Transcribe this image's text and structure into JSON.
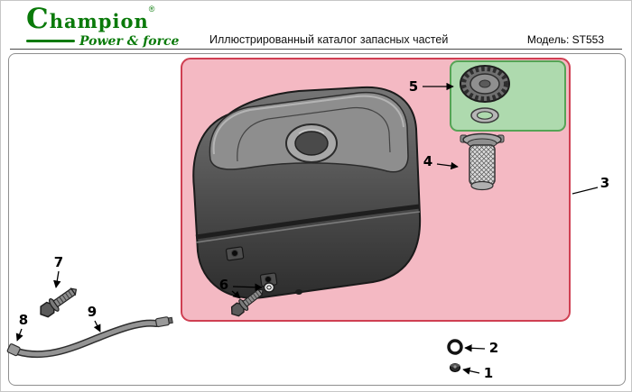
{
  "header": {
    "brand": "Champion",
    "registered_mark": "®",
    "tagline": "Power & force",
    "title": "Иллюстрированный каталог запасных частей",
    "model": "Модель: ST553"
  },
  "diagram": {
    "callouts": [
      {
        "label": "1"
      },
      {
        "label": "2"
      },
      {
        "label": "3"
      },
      {
        "label": "4"
      },
      {
        "label": "5"
      },
      {
        "label": "6"
      },
      {
        "label": "7"
      },
      {
        "label": "8"
      },
      {
        "label": "9"
      }
    ]
  },
  "colors": {
    "brand_green": "#0a7a0a",
    "group_pink_fill": "#f4b9c3",
    "group_pink_border": "#cf3f52",
    "group_green_fill": "#aedaae",
    "group_green_border": "#55a355",
    "tank_dark": "#353535",
    "tank_light": "#989898"
  }
}
